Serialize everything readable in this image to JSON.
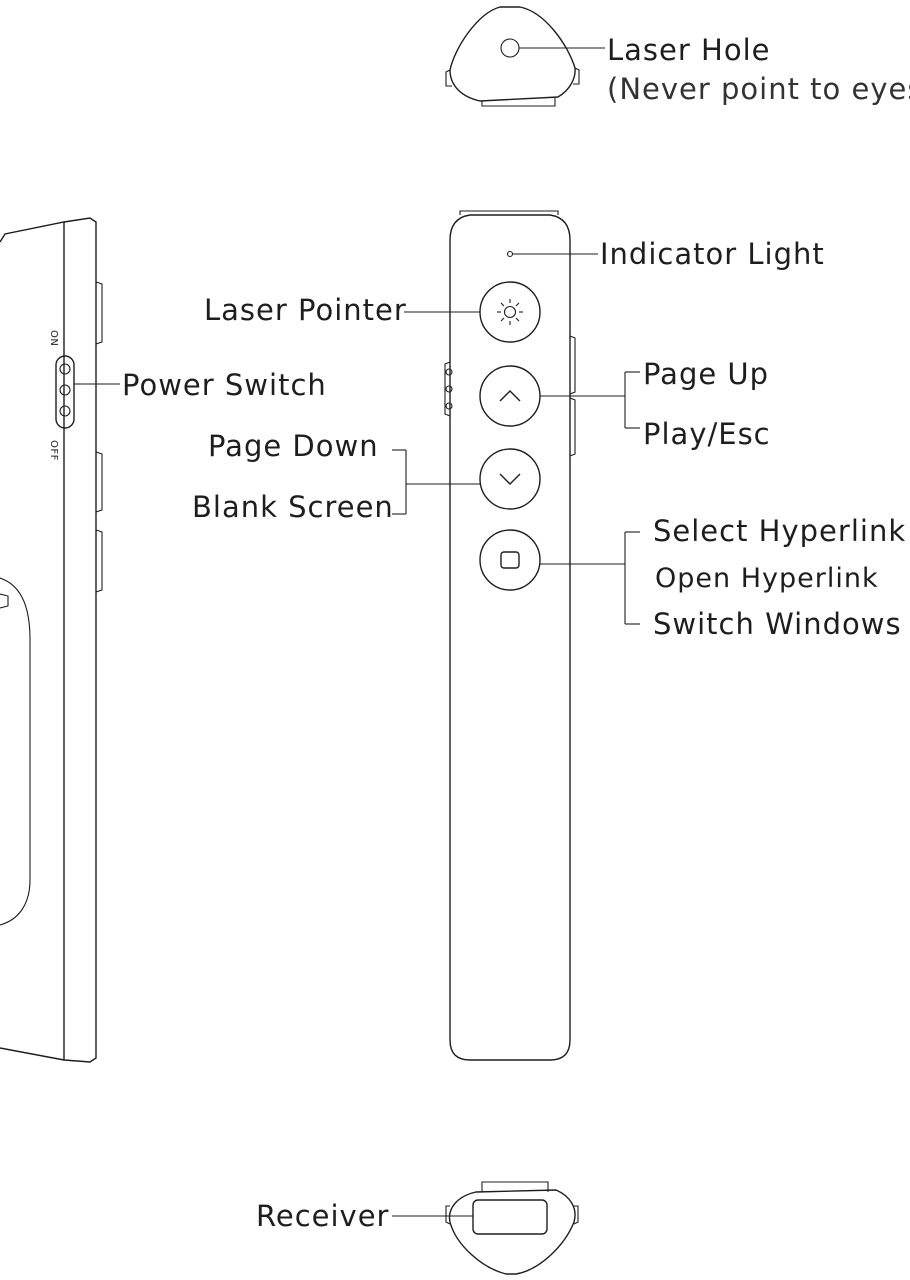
{
  "labels": {
    "laser_hole": "Laser Hole",
    "laser_hole_note": "(Never point to eyes)",
    "indicator_light": "Indicator Light",
    "laser_pointer": "Laser Pointer",
    "power_switch": "Power Switch",
    "page_up": "Page Up",
    "play_esc": "Play/Esc",
    "page_down": "Page Down",
    "blank_screen": "Blank Screen",
    "select_hyperlink": "Select Hyperlink",
    "open_hyperlink": "Open Hyperlink",
    "switch_windows": "Switch Windows",
    "receiver": "Receiver"
  },
  "switch_marks": {
    "on": "ON",
    "off": "OFF"
  },
  "icons": {
    "laser_button": "sun-icon",
    "up_button": "chevron-up-icon",
    "down_button": "chevron-down-icon",
    "square_button": "square-icon"
  },
  "colors": {
    "line": "#1e1e1e",
    "background": "#ffffff"
  }
}
